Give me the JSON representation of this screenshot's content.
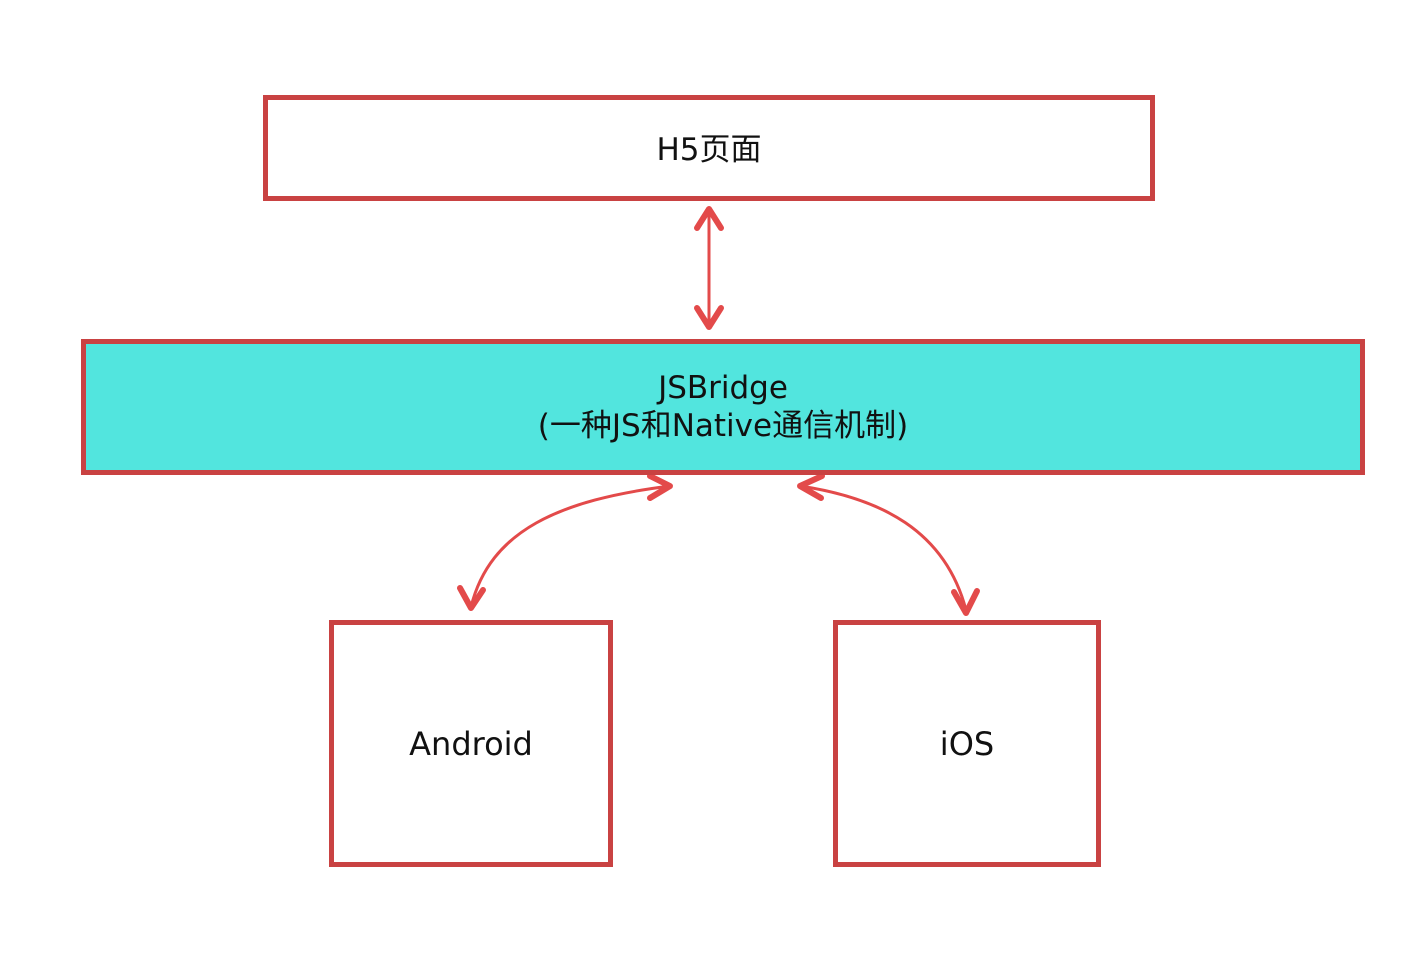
{
  "nodes": {
    "h5": {
      "label": "H5页面"
    },
    "bridge": {
      "title": "JSBridge",
      "subtitle": "(一种JS和Native通信机制)"
    },
    "android": {
      "label": "Android"
    },
    "ios": {
      "label": "iOS"
    }
  },
  "edges": [
    {
      "from": "h5",
      "to": "bridge",
      "direction": "both"
    },
    {
      "from": "bridge",
      "to": "android",
      "direction": "both"
    },
    {
      "from": "bridge",
      "to": "ios",
      "direction": "both"
    }
  ],
  "colors": {
    "border": "#c94242",
    "arrow": "#e34a4a",
    "bridge_fill": "#52e5de",
    "box_fill": "#ffffff"
  }
}
